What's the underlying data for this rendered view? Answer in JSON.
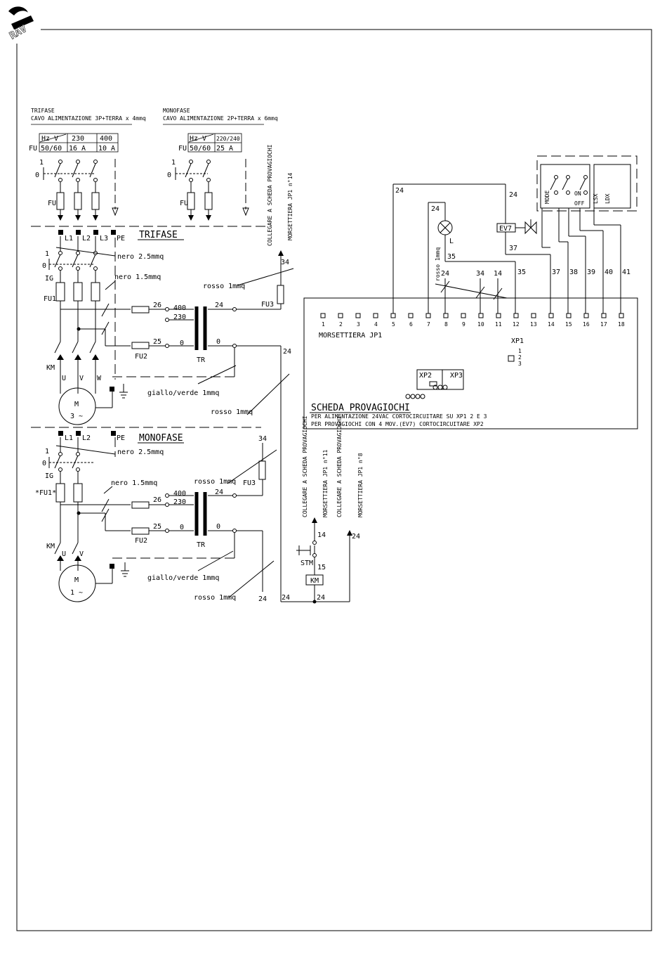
{
  "logo": {
    "text": "RAV"
  },
  "supply": {
    "trifase_title": "TRIFASE",
    "trifase_cable": "CAVO ALIMENTAZIONE 3P+TERRA x 4mmq",
    "monofase_title": "MONOFASE",
    "monofase_cable": "CAVO ALIMENTAZIONE 2P+TERRA x 6mmq",
    "fu_label": "FU",
    "hz_v": "Hz V",
    "freq": "50/60",
    "tri_v1": "230",
    "tri_v2": "400",
    "tri_a1": "16 A",
    "tri_a2": "10 A",
    "mono_v": "220/240",
    "mono_a": "25 A",
    "switch_1": "1",
    "switch_0": "0"
  },
  "trifase": {
    "section": "TRIFASE",
    "l1": "L1",
    "l2": "L2",
    "l3": "L3",
    "pe": "PE",
    "ig": "IG",
    "fu1": "FU1",
    "km": "KM",
    "u": "U",
    "v": "V",
    "w": "W",
    "motor": "M",
    "motor_phase": "3 ~",
    "nero25": "nero 2.5mmq",
    "nero15": "nero 1.5mmq",
    "rosso1": "rosso 1mmq",
    "rosso2": "rosso 1mmq",
    "giallo": "giallo/verde 1mmq",
    "fu2": "FU2",
    "fu3": "FU3",
    "tr": "TR",
    "w26": "26",
    "w25": "25",
    "v400": "400",
    "v230": "230",
    "w0a": "0",
    "w0b": "0",
    "w24a": "24",
    "w24b": "24",
    "w34": "34",
    "collegare": "COLLEGARE A SCHEDA PROVAGIOCHI",
    "morsettiera": "MORSETTIERA JP1 n°14"
  },
  "monofase": {
    "section": "MONOFASE",
    "l1": "L1",
    "l2": "L2",
    "pe": "PE",
    "ig": "IG",
    "fu1": "*FU1*",
    "km": "KM",
    "u": "U",
    "v": "V",
    "motor": "M",
    "motor_phase": "1 ~",
    "nero25": "nero 2.5mmq",
    "nero15": "nero 1.5mmq",
    "rosso1": "rosso 1mmq",
    "rosso2": "rosso 1mmq",
    "giallo": "giallo/verde 1mmq",
    "fu2": "FU2",
    "fu3": "FU3",
    "tr": "TR",
    "w26": "26",
    "w25": "25",
    "v400": "400",
    "v230": "230",
    "w0a": "0",
    "w0b": "0",
    "w24a": "24",
    "w24b": "24",
    "w34": "34",
    "collegare1": "COLLEGARE A SCHEDA PROVAGIOCHI",
    "morsettiera1": "MORSETTIERA JP1 n°11",
    "collegare2": "COLLEGARE A SCHEDA PROVAGIOCHI",
    "morsettiera2": "MORSETTIERA JP1 n°8",
    "stm": "STM",
    "km_coil": "KM",
    "n14": "14",
    "n15": "15",
    "n24a": "24",
    "n24b": "24",
    "n24c": "24"
  },
  "board": {
    "title": "SCHEDA PROVAGIOCHI",
    "note1": "PER ALIMENTAZIONE 24VAC CORTOCIRCUITARE SU XP1 2 E 3",
    "note2": "PER PROVAGIOCHI CON 4 MOV.(EV7) CORTOCIRCUITARE XP2",
    "jp1": "MORSETTIERA JP1",
    "xp1": "XP1",
    "xp2": "XP2",
    "xp3": "XP3",
    "xp1_pins": [
      "1",
      "2",
      "3"
    ],
    "terminals": [
      "1",
      "2",
      "3",
      "4",
      "5",
      "6",
      "7",
      "8",
      "9",
      "10",
      "11",
      "12",
      "13",
      "14",
      "15",
      "16",
      "17",
      "18"
    ]
  },
  "external": {
    "w24_top": "24",
    "w24_ev": "24",
    "w24_lamp": "24",
    "w24_bus": "24",
    "w37a": "37",
    "w35a": "35",
    "w35b": "35",
    "w34": "34",
    "w14": "14",
    "w37": "37",
    "w38": "38",
    "w39": "39",
    "w40": "40",
    "w41": "41",
    "ev7": "EV7",
    "lamp_l": "L",
    "rosso": "rosso 1mmq",
    "mode": "MODE",
    "on": "ON",
    "off": "OFF",
    "lsx": "LSX",
    "ldx": "LDX"
  }
}
